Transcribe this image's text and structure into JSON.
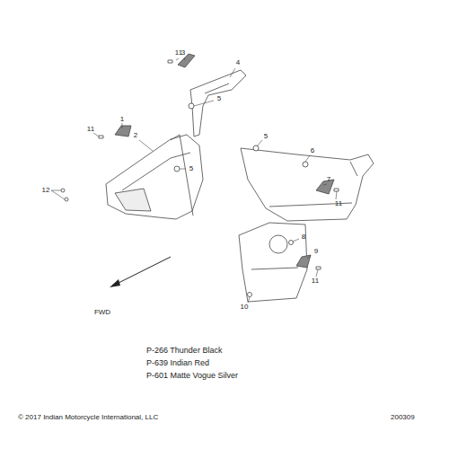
{
  "diagram": {
    "labels": [
      "11",
      "3",
      "4",
      "5",
      "1",
      "11",
      "2",
      "5",
      "12",
      "5",
      "6",
      "7",
      "11",
      "8",
      "9",
      "11",
      "10",
      "FWD",
      "P-266 Thunder Black",
      "P-639 Indian Red",
      "P-601 Matte Vogue Silver",
      "© 2017 Indian Motorcycle International, LLC",
      "200309"
    ]
  }
}
